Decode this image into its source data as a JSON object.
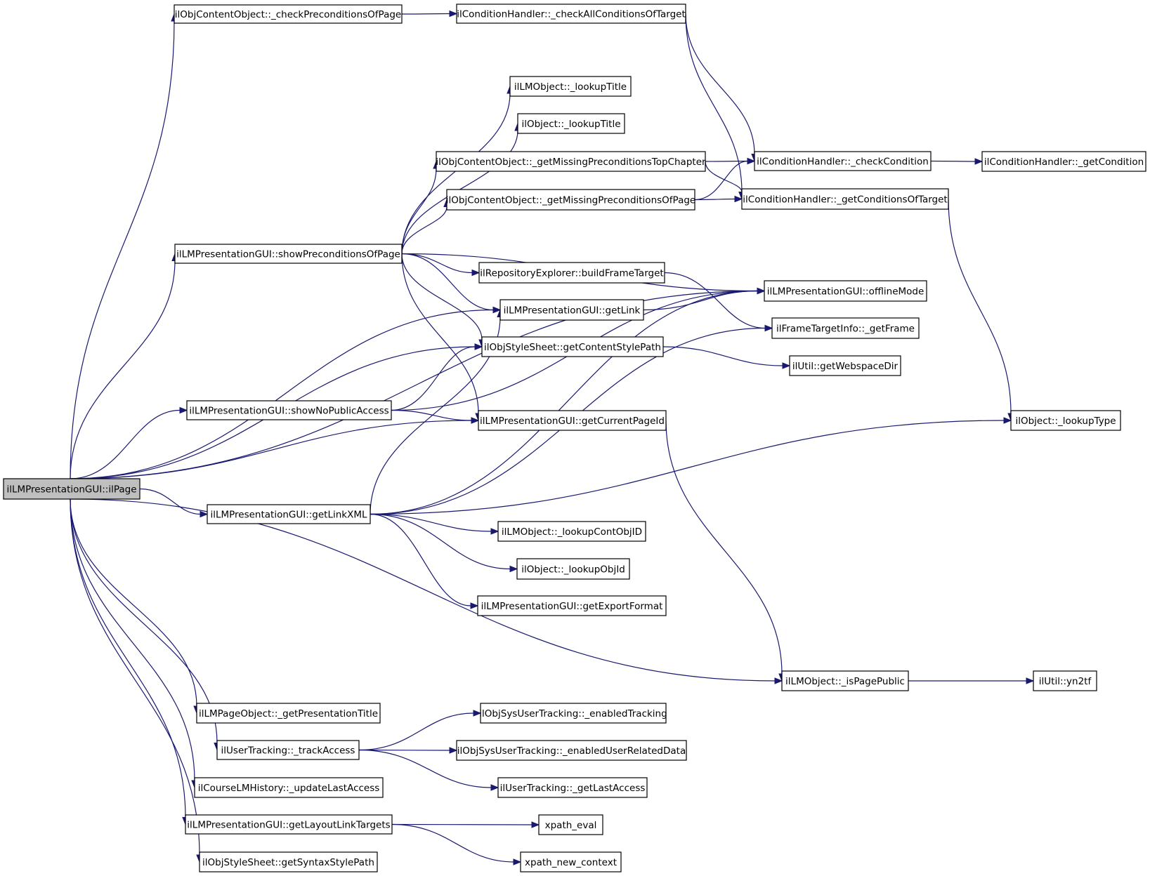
{
  "diagram": {
    "kind": "doxygen-call-graph",
    "colors": {
      "edge": "#191970",
      "root_fill": "#bfbfbf",
      "node_fill": "#ffffff",
      "node_border": "#000000"
    },
    "root": "ilLMPresentationGUI::ilPage",
    "nodes": [
      "ilLMPresentationGUI::ilPage",
      "ilObjContentObject::_checkPreconditionsOfPage",
      "ilConditionHandler::_checkAllConditionsOfTarget",
      "ilLMObject::_lookupTitle",
      "ilObject::_lookupTitle",
      "ilObjContentObject::_getMissingPreconditionsTopChapter",
      "ilConditionHandler::_checkCondition",
      "ilConditionHandler::_getCondition",
      "ilObjContentObject::_getMissingPreconditionsOfPage",
      "ilConditionHandler::_getConditionsOfTarget",
      "ilLMPresentationGUI::showPreconditionsOfPage",
      "ilRepositoryExplorer::buildFrameTarget",
      "ilLMPresentationGUI::offlineMode",
      "ilLMPresentationGUI::getLink",
      "ilFrameTargetInfo::_getFrame",
      "ilObjStyleSheet::getContentStylePath",
      "ilUtil::getWebspaceDir",
      "ilLMPresentationGUI::showNoPublicAccess",
      "ilLMPresentationGUI::getCurrentPageId",
      "ilObject::_lookupType",
      "ilLMPresentationGUI::getLinkXML",
      "ilLMObject::_lookupContObjID",
      "ilObject::_lookupObjId",
      "ilLMPresentationGUI::getExportFormat",
      "ilLMObject::_isPagePublic",
      "ilUtil::yn2tf",
      "ilLMPageObject::_getPresentationTitle",
      "ilObjSysUserTracking::_enabledTracking",
      "ilUserTracking::_trackAccess",
      "ilObjSysUserTracking::_enabledUserRelatedData",
      "ilCourseLMHistory::_updateLastAccess",
      "ilUserTracking::_getLastAccess",
      "ilLMPresentationGUI::getLayoutLinkTargets",
      "xpath_eval",
      "ilObjStyleSheet::getSyntaxStylePath",
      "xpath_new_context"
    ],
    "edges": [
      [
        "ilLMPresentationGUI::ilPage",
        "ilObjContentObject::_checkPreconditionsOfPage"
      ],
      [
        "ilLMPresentationGUI::ilPage",
        "ilLMPresentationGUI::offlineMode"
      ],
      [
        "ilLMPresentationGUI::ilPage",
        "ilLMPresentationGUI::showPreconditionsOfPage"
      ],
      [
        "ilLMPresentationGUI::ilPage",
        "ilLMPresentationGUI::getLink"
      ],
      [
        "ilLMPresentationGUI::ilPage",
        "ilObjStyleSheet::getContentStylePath"
      ],
      [
        "ilLMPresentationGUI::ilPage",
        "ilLMPresentationGUI::showNoPublicAccess"
      ],
      [
        "ilLMPresentationGUI::ilPage",
        "ilLMPresentationGUI::getCurrentPageId"
      ],
      [
        "ilLMPresentationGUI::ilPage",
        "ilLMPresentationGUI::getLinkXML"
      ],
      [
        "ilLMPresentationGUI::ilPage",
        "ilLMObject::_isPagePublic"
      ],
      [
        "ilLMPresentationGUI::ilPage",
        "ilLMPageObject::_getPresentationTitle"
      ],
      [
        "ilLMPresentationGUI::ilPage",
        "ilUserTracking::_trackAccess"
      ],
      [
        "ilLMPresentationGUI::ilPage",
        "ilCourseLMHistory::_updateLastAccess"
      ],
      [
        "ilLMPresentationGUI::ilPage",
        "ilLMPresentationGUI::getLayoutLinkTargets"
      ],
      [
        "ilLMPresentationGUI::ilPage",
        "ilObjStyleSheet::getSyntaxStylePath"
      ],
      [
        "ilObjContentObject::_checkPreconditionsOfPage",
        "ilConditionHandler::_checkAllConditionsOfTarget"
      ],
      [
        "ilConditionHandler::_checkAllConditionsOfTarget",
        "ilConditionHandler::_checkCondition"
      ],
      [
        "ilConditionHandler::_checkAllConditionsOfTarget",
        "ilConditionHandler::_getConditionsOfTarget"
      ],
      [
        "ilConditionHandler::_checkCondition",
        "ilConditionHandler::_getCondition"
      ],
      [
        "ilConditionHandler::_getConditionsOfTarget",
        "ilObject::_lookupType"
      ],
      [
        "ilObjContentObject::_getMissingPreconditionsTopChapter",
        "ilConditionHandler::_checkCondition"
      ],
      [
        "ilObjContentObject::_getMissingPreconditionsTopChapter",
        "ilConditionHandler::_getConditionsOfTarget"
      ],
      [
        "ilObjContentObject::_getMissingPreconditionsOfPage",
        "ilConditionHandler::_checkCondition"
      ],
      [
        "ilObjContentObject::_getMissingPreconditionsOfPage",
        "ilConditionHandler::_getConditionsOfTarget"
      ],
      [
        "ilLMPresentationGUI::showPreconditionsOfPage",
        "ilLMObject::_lookupTitle"
      ],
      [
        "ilLMPresentationGUI::showPreconditionsOfPage",
        "ilObject::_lookupTitle"
      ],
      [
        "ilLMPresentationGUI::showPreconditionsOfPage",
        "ilObjContentObject::_getMissingPreconditionsTopChapter"
      ],
      [
        "ilLMPresentationGUI::showPreconditionsOfPage",
        "ilObjContentObject::_getMissingPreconditionsOfPage"
      ],
      [
        "ilLMPresentationGUI::showPreconditionsOfPage",
        "ilLMPresentationGUI::offlineMode"
      ],
      [
        "ilLMPresentationGUI::showPreconditionsOfPage",
        "ilRepositoryExplorer::buildFrameTarget"
      ],
      [
        "ilLMPresentationGUI::showPreconditionsOfPage",
        "ilLMPresentationGUI::getLink"
      ],
      [
        "ilLMPresentationGUI::showPreconditionsOfPage",
        "ilObjStyleSheet::getContentStylePath"
      ],
      [
        "ilLMPresentationGUI::showPreconditionsOfPage",
        "ilLMPresentationGUI::getCurrentPageId"
      ],
      [
        "ilRepositoryExplorer::buildFrameTarget",
        "ilFrameTargetInfo::_getFrame"
      ],
      [
        "ilLMPresentationGUI::getLink",
        "ilLMPresentationGUI::offlineMode"
      ],
      [
        "ilObjStyleSheet::getContentStylePath",
        "ilUtil::getWebspaceDir"
      ],
      [
        "ilLMPresentationGUI::showNoPublicAccess",
        "ilObjStyleSheet::getContentStylePath"
      ],
      [
        "ilLMPresentationGUI::showNoPublicAccess",
        "ilLMPresentationGUI::offlineMode"
      ],
      [
        "ilLMPresentationGUI::showNoPublicAccess",
        "ilLMPresentationGUI::getCurrentPageId"
      ],
      [
        "ilLMPresentationGUI::getCurrentPageId",
        "ilLMObject::_isPagePublic"
      ],
      [
        "ilLMPresentationGUI::getLinkXML",
        "ilLMPresentationGUI::getLink"
      ],
      [
        "ilLMPresentationGUI::getLinkXML",
        "ilLMPresentationGUI::offlineMode"
      ],
      [
        "ilLMPresentationGUI::getLinkXML",
        "ilFrameTargetInfo::_getFrame"
      ],
      [
        "ilLMPresentationGUI::getLinkXML",
        "ilLMObject::_lookupContObjID"
      ],
      [
        "ilLMPresentationGUI::getLinkXML",
        "ilObject::_lookupObjId"
      ],
      [
        "ilLMPresentationGUI::getLinkXML",
        "ilLMPresentationGUI::getExportFormat"
      ],
      [
        "ilLMPresentationGUI::getLinkXML",
        "ilObject::_lookupType"
      ],
      [
        "ilLMObject::_isPagePublic",
        "ilUtil::yn2tf"
      ],
      [
        "ilUserTracking::_trackAccess",
        "ilObjSysUserTracking::_enabledTracking"
      ],
      [
        "ilUserTracking::_trackAccess",
        "ilObjSysUserTracking::_enabledUserRelatedData"
      ],
      [
        "ilUserTracking::_trackAccess",
        "ilUserTracking::_getLastAccess"
      ],
      [
        "ilLMPresentationGUI::getLayoutLinkTargets",
        "xpath_eval"
      ],
      [
        "ilLMPresentationGUI::getLayoutLinkTargets",
        "xpath_new_context"
      ]
    ]
  }
}
